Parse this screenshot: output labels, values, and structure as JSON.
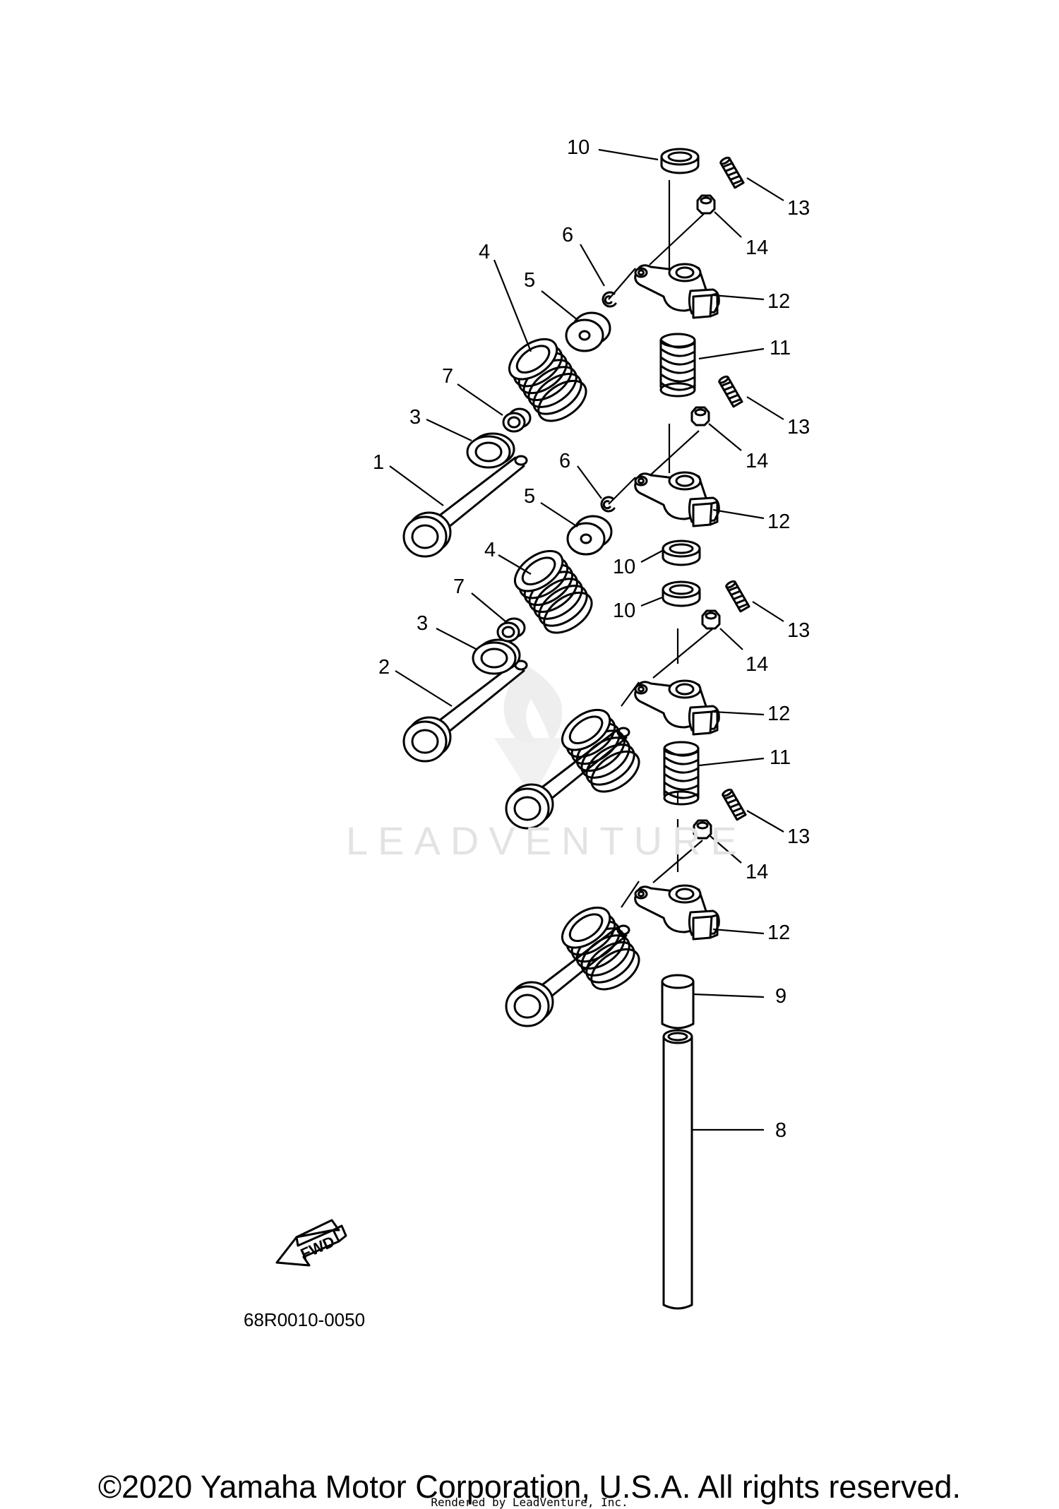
{
  "callouts": {
    "c1": "1",
    "c2": "2",
    "c3a": "3",
    "c3b": "3",
    "c4a": "4",
    "c4b": "4",
    "c5a": "5",
    "c5b": "5",
    "c6a": "6",
    "c6b": "6",
    "c7a": "7",
    "c7b": "7",
    "c8": "8",
    "c9": "9",
    "c10a": "10",
    "c10b": "10",
    "c10c": "10",
    "c11a": "11",
    "c11b": "11",
    "c12a": "12",
    "c12b": "12",
    "c12c": "12",
    "c12d": "12",
    "c13a": "13",
    "c13b": "13",
    "c13c": "13",
    "c13d": "13",
    "c14a": "14",
    "c14b": "14",
    "c14c": "14",
    "c14d": "14"
  },
  "fwd_label": "FWD",
  "diagram_code": "68R0010-0050",
  "watermark": "LEADVENTURE",
  "copyright": "©2020 Yamaha Motor Corporation, U.S.A. All rights reserved.",
  "rendered_by": "Rendered by LeadVenture, Inc."
}
